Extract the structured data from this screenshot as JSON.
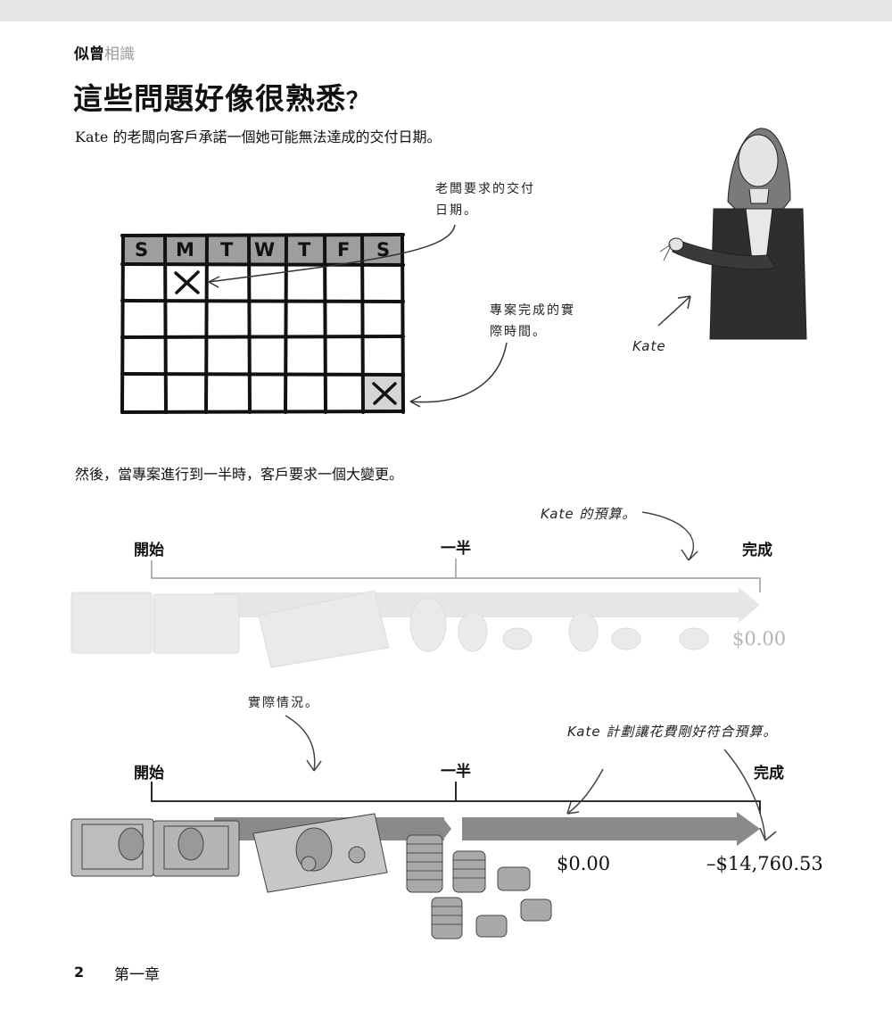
{
  "header": {
    "section_part1": "似曾",
    "section_part2": "相識"
  },
  "title": {
    "main": "這些問題好像很熟悉",
    "mark": "？"
  },
  "intro": "Kate 的老闆向客戶承諾一個她可能無法達成的交付日期。",
  "calendar": {
    "days": [
      "S",
      "M",
      "T",
      "W",
      "T",
      "F",
      "S"
    ]
  },
  "annotations": {
    "boss_line1": "老闆要求的交付",
    "boss_line2": "日期。",
    "actual_line1": "專案完成的實",
    "actual_line2": "際時間。",
    "kate": "Kate"
  },
  "transition": "然後，當專案進行到一半時，客戶要求一個大變更。",
  "timeline_plan": {
    "budget_note": "Kate 的預算。",
    "start": "開始",
    "half": "一半",
    "finish": "完成",
    "end_amount": "$0.00"
  },
  "timeline_actual": {
    "actual_note": "實際情況。",
    "plan_note": "Kate 計劃讓花費剛好符合預算。",
    "start": "開始",
    "half": "一半",
    "finish": "完成",
    "mid_amount": "$0.00",
    "end_amount": "–$14,760.53"
  },
  "footer": {
    "page": "2",
    "chapter": "第一章"
  }
}
